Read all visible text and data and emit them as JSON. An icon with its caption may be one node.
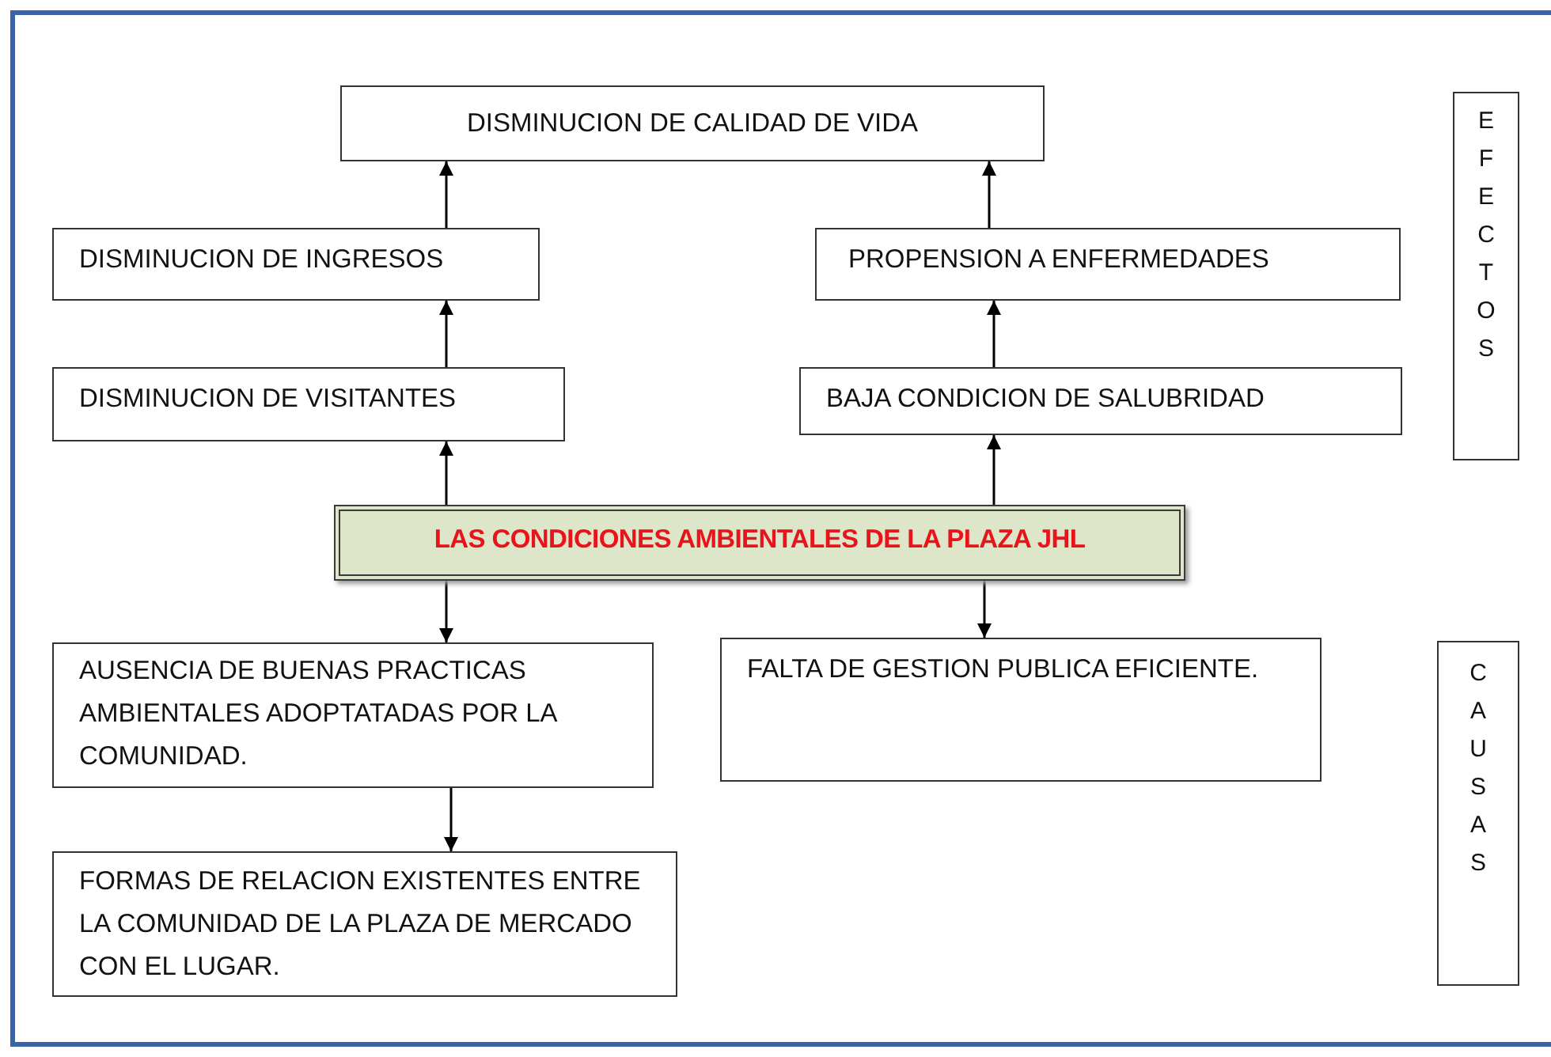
{
  "diagram": {
    "nodes": [
      {
        "text": [
          "DISMINUCION DE CALIDAD DE VIDA"
        ]
      },
      {
        "text": [
          "DISMINUCION DE INGRESOS"
        ]
      },
      {
        "text": [
          "PROPENSION A ENFERMEDADES"
        ]
      },
      {
        "text": [
          "DISMINUCION DE VISITANTES"
        ]
      },
      {
        "text": [
          "BAJA CONDICION DE SALUBRIDAD"
        ]
      },
      {
        "text": [
          "LAS CONDICIONES AMBIENTALES DE LA PLAZA JHL"
        ]
      },
      {
        "text": [
          "AUSENCIA DE BUENAS PRACTICAS AMBIENTALES ADOPTATADAS POR LA COMUNIDAD."
        ]
      },
      {
        "text": [
          "FALTA DE GESTION PUBLICA EFICIENTE."
        ]
      },
      {
        "text": [
          "FORMAS DE RELACION EXISTENTES ENTRE LA COMUNIDAD DE LA PLAZA DE MERCADO CON EL LUGAR."
        ]
      },
      {
        "text": [
          "EFECTOS"
        ]
      },
      {
        "text": [
          "CAUSAS"
        ]
      }
    ],
    "edges": [
      {
        "from": 1,
        "to": 0,
        "arrow": "to"
      },
      {
        "from": 2,
        "to": 0,
        "arrow": "to"
      },
      {
        "from": 3,
        "to": 1,
        "arrow": "to"
      },
      {
        "from": 4,
        "to": 2,
        "arrow": "to"
      },
      {
        "from": 5,
        "to": 3,
        "arrow": "to"
      },
      {
        "from": 5,
        "to": 4,
        "arrow": "to"
      },
      {
        "from": 5,
        "to": 6,
        "arrow": "to"
      },
      {
        "from": 5,
        "to": 7,
        "arrow": "to"
      },
      {
        "from": 6,
        "to": 8,
        "arrow": "to"
      }
    ]
  }
}
